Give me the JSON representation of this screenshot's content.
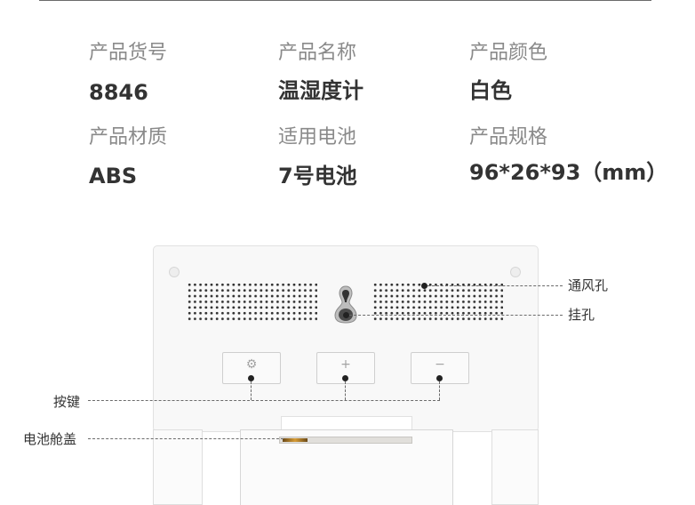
{
  "specs": [
    {
      "label": "产品货号",
      "value": "8846"
    },
    {
      "label": "产品名称",
      "value": "温湿度计"
    },
    {
      "label": "产品颜色",
      "value": "白色"
    },
    {
      "label": "产品材质",
      "value": "ABS"
    },
    {
      "label": "适用电池",
      "value": "7号电池"
    },
    {
      "label": "产品规格",
      "value": "96*26*93（mm）"
    }
  ],
  "callouts": {
    "vent": "通风孔",
    "hang_hole": "挂孔",
    "buttons": "按键",
    "battery_cover": "电池舱盖"
  },
  "keys": [
    {
      "icon": "gear-icon",
      "glyph": "⚙"
    },
    {
      "icon": "plus-icon",
      "glyph": "+"
    },
    {
      "icon": "minus-icon",
      "glyph": "−"
    }
  ],
  "colors": {
    "label": "#8a8a8a",
    "value": "#333333",
    "device_body": "#f8f8f8",
    "leader_line": "#6b6b6b"
  }
}
